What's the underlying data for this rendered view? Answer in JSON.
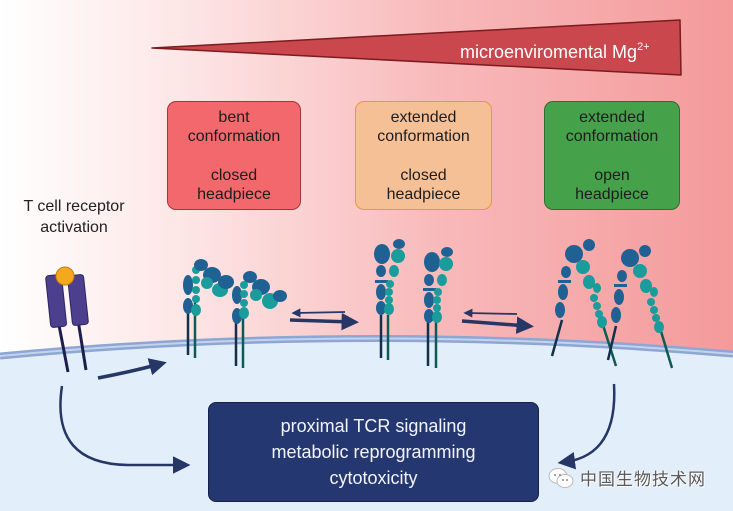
{
  "title": "Mg2+-dependent LFA-1 conformation and T cell function",
  "gradient": {
    "label": "microenviromental Mg",
    "superscript": "2+",
    "fill_color": "#c9474d",
    "border_color": "#7a1c20"
  },
  "states": [
    {
      "line1": "bent",
      "line2": "conformation",
      "line3": "closed",
      "line4": "headpiece",
      "color": "#f2686d"
    },
    {
      "line1": "extended",
      "line2": "conformation",
      "line3": "closed",
      "line4": "headpiece",
      "color": "#f6c097"
    },
    {
      "line1": "extended",
      "line2": "conformation",
      "line3": "open",
      "line4": "headpiece",
      "color": "#45a14a"
    }
  ],
  "tcr": {
    "label_line1": "T cell receptor",
    "label_line2": "activation"
  },
  "outcomes": {
    "lines": [
      "proximal TCR signaling",
      "metabolic reprogramming",
      "cytotoxicity"
    ],
    "color": "#253770"
  },
  "colors": {
    "integrin_alpha": "#1f6193",
    "integrin_beta": "#1a9c9c",
    "tcr": "#4c3f8e",
    "antigen": "#f4a81d",
    "arrow": "#263766",
    "membrane": "#8ea6d3",
    "cytoplasm": "#e3eefb",
    "extracellular_high": "#f6999b"
  },
  "watermark": {
    "text": "中国生物技术网",
    "icon": "wechat-icon"
  }
}
